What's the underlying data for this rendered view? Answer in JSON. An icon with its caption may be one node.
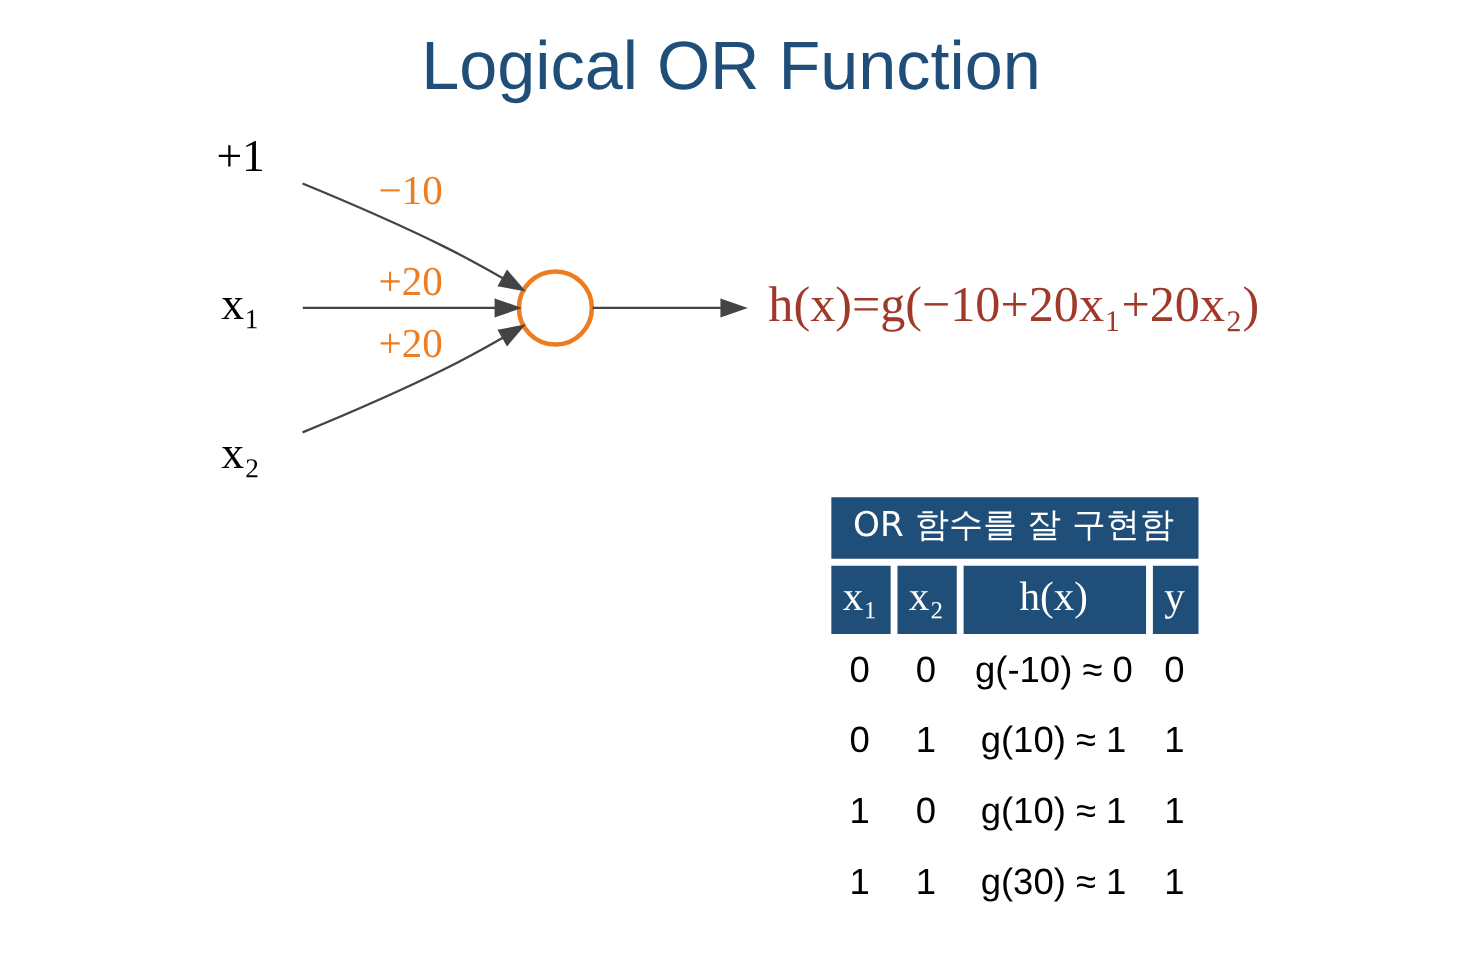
{
  "diagram": {
    "title": "Logical OR Function",
    "nodes": [
      {
        "text": [
          "+1"
        ]
      },
      {
        "text": [
          "x₁"
        ]
      },
      {
        "text": [
          "x₂"
        ]
      },
      {
        "text": [],
        "shape": "circle"
      },
      {
        "text": [
          "h(x)=g(−10+20x₁+20x₂)"
        ]
      }
    ],
    "edges": [
      {
        "from": 0,
        "to": 3,
        "arrow": "to",
        "label": "−10"
      },
      {
        "from": 1,
        "to": 3,
        "arrow": "to",
        "label": "+20"
      },
      {
        "from": 2,
        "to": 3,
        "arrow": "to",
        "label": "+20"
      },
      {
        "from": 3,
        "to": 4,
        "arrow": "to"
      }
    ],
    "labels": [
      "OR 함수를 잘 구현함",
      "x₁",
      "x₂",
      "h(x)",
      "y",
      "0",
      "0",
      "g(-10) ≈ 0",
      "0",
      "0",
      "1",
      "g(10) ≈ 1",
      "1",
      "1",
      "0",
      "g(10) ≈ 1",
      "1",
      "1",
      "1",
      "g(30) ≈ 1",
      "1"
    ]
  }
}
